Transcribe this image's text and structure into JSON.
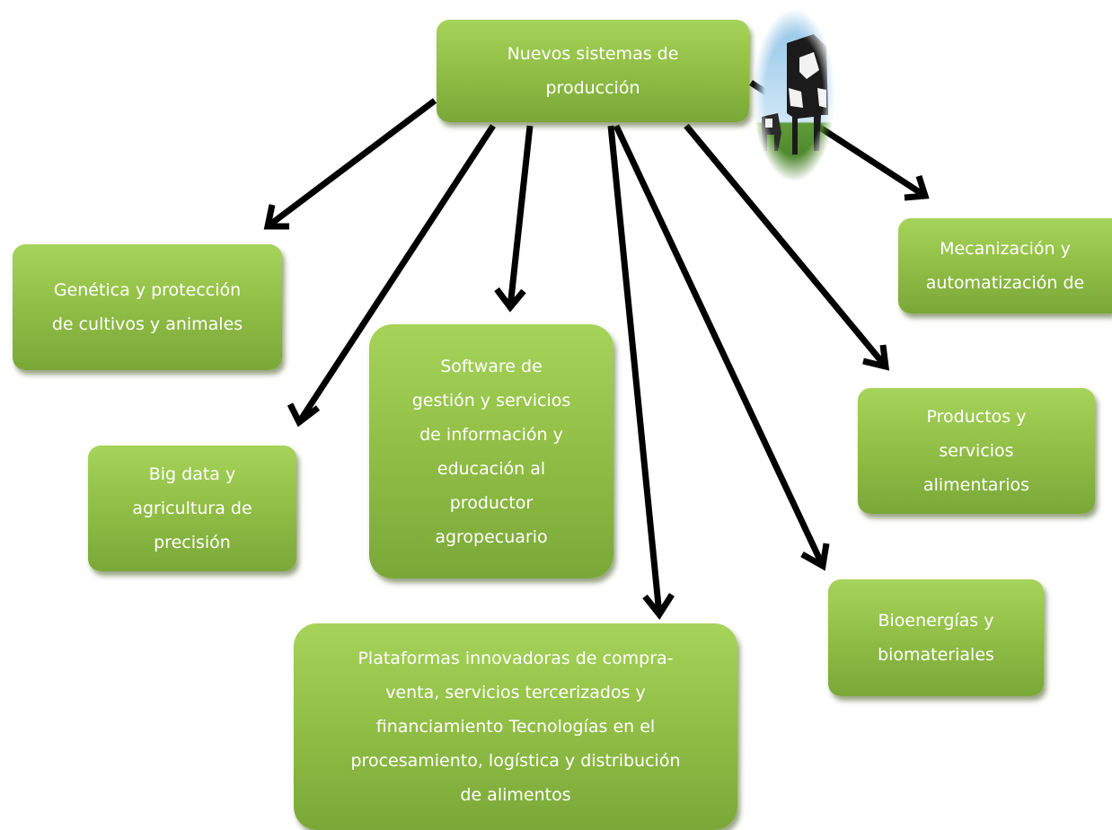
{
  "diagram": {
    "root": {
      "label": "Nuevos sistemas de\nproducción"
    },
    "branches": [
      {
        "id": "genetica",
        "label": "Genética y protección\nde cultivos y animales"
      },
      {
        "id": "bigdata",
        "label": "Big data y\nagricultura de\nprecisión"
      },
      {
        "id": "software",
        "label": "Software de\ngestión y servicios\nde información y\neducación al\nproductor\nagropecuario"
      },
      {
        "id": "plataformas",
        "label": "Plataformas innovadoras de compra-\nventa, servicios tercerizados y\nfinanciamiento Tecnologías en el\nprocesamiento, logística y distribución\nde alimentos"
      },
      {
        "id": "mecanizacion",
        "label": "Mecanización y\nautomatización de"
      },
      {
        "id": "productos",
        "label": "Productos y\nservicios\nalimentarios"
      },
      {
        "id": "bioenergias",
        "label": "Bioenergías y\nbiomateriales"
      }
    ],
    "image": {
      "icon": "cows-in-pasture-icon"
    },
    "colors": {
      "box_top": "#a6d35a",
      "box_bottom": "#7aa838",
      "text": "#ffffff",
      "arrow": "#000000"
    }
  }
}
